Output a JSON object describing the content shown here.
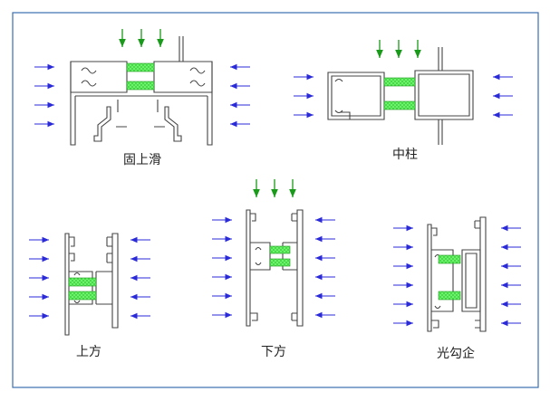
{
  "diagram": {
    "colors": {
      "border": "#3a6fb0",
      "profile_stroke": "#444444",
      "arrow_blue": "#2a2ad8",
      "arrow_green": "#1a9a1a",
      "thermal_break": "#33dd33"
    },
    "sections": [
      {
        "id": "fixed-top-slide",
        "label": "固上滑"
      },
      {
        "id": "center-mullion",
        "label": "中柱"
      },
      {
        "id": "top-side",
        "label": "上方"
      },
      {
        "id": "bottom-side",
        "label": "下方"
      },
      {
        "id": "smooth-hook",
        "label": "光勾企"
      }
    ]
  }
}
